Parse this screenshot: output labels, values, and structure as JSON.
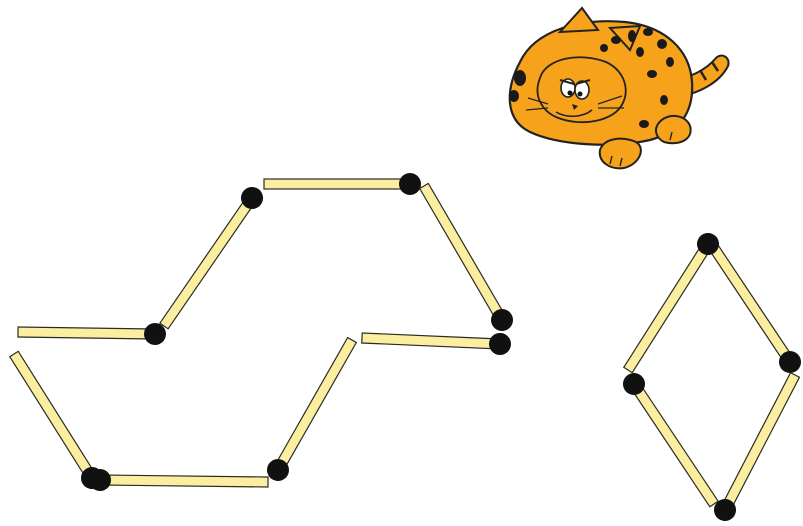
{
  "puzzle": {
    "type": "matchstick-puzzle",
    "figures": [
      {
        "name": "large-hexagonal-shape",
        "matchstick_count": 8
      },
      {
        "name": "rhombus-shape",
        "matchstick_count": 4
      }
    ],
    "total_matchsticks": 12
  },
  "illustration": {
    "subject": "orange-cartoon-cat",
    "icon": "cat-illustration"
  },
  "colors": {
    "background": "#ffffff",
    "stick_body": "#fbeea0",
    "stick_outline": "#2b2b22",
    "match_head": "#111111",
    "cat_orange": "#f7a21b",
    "cat_spots": "#1a1a1a"
  }
}
